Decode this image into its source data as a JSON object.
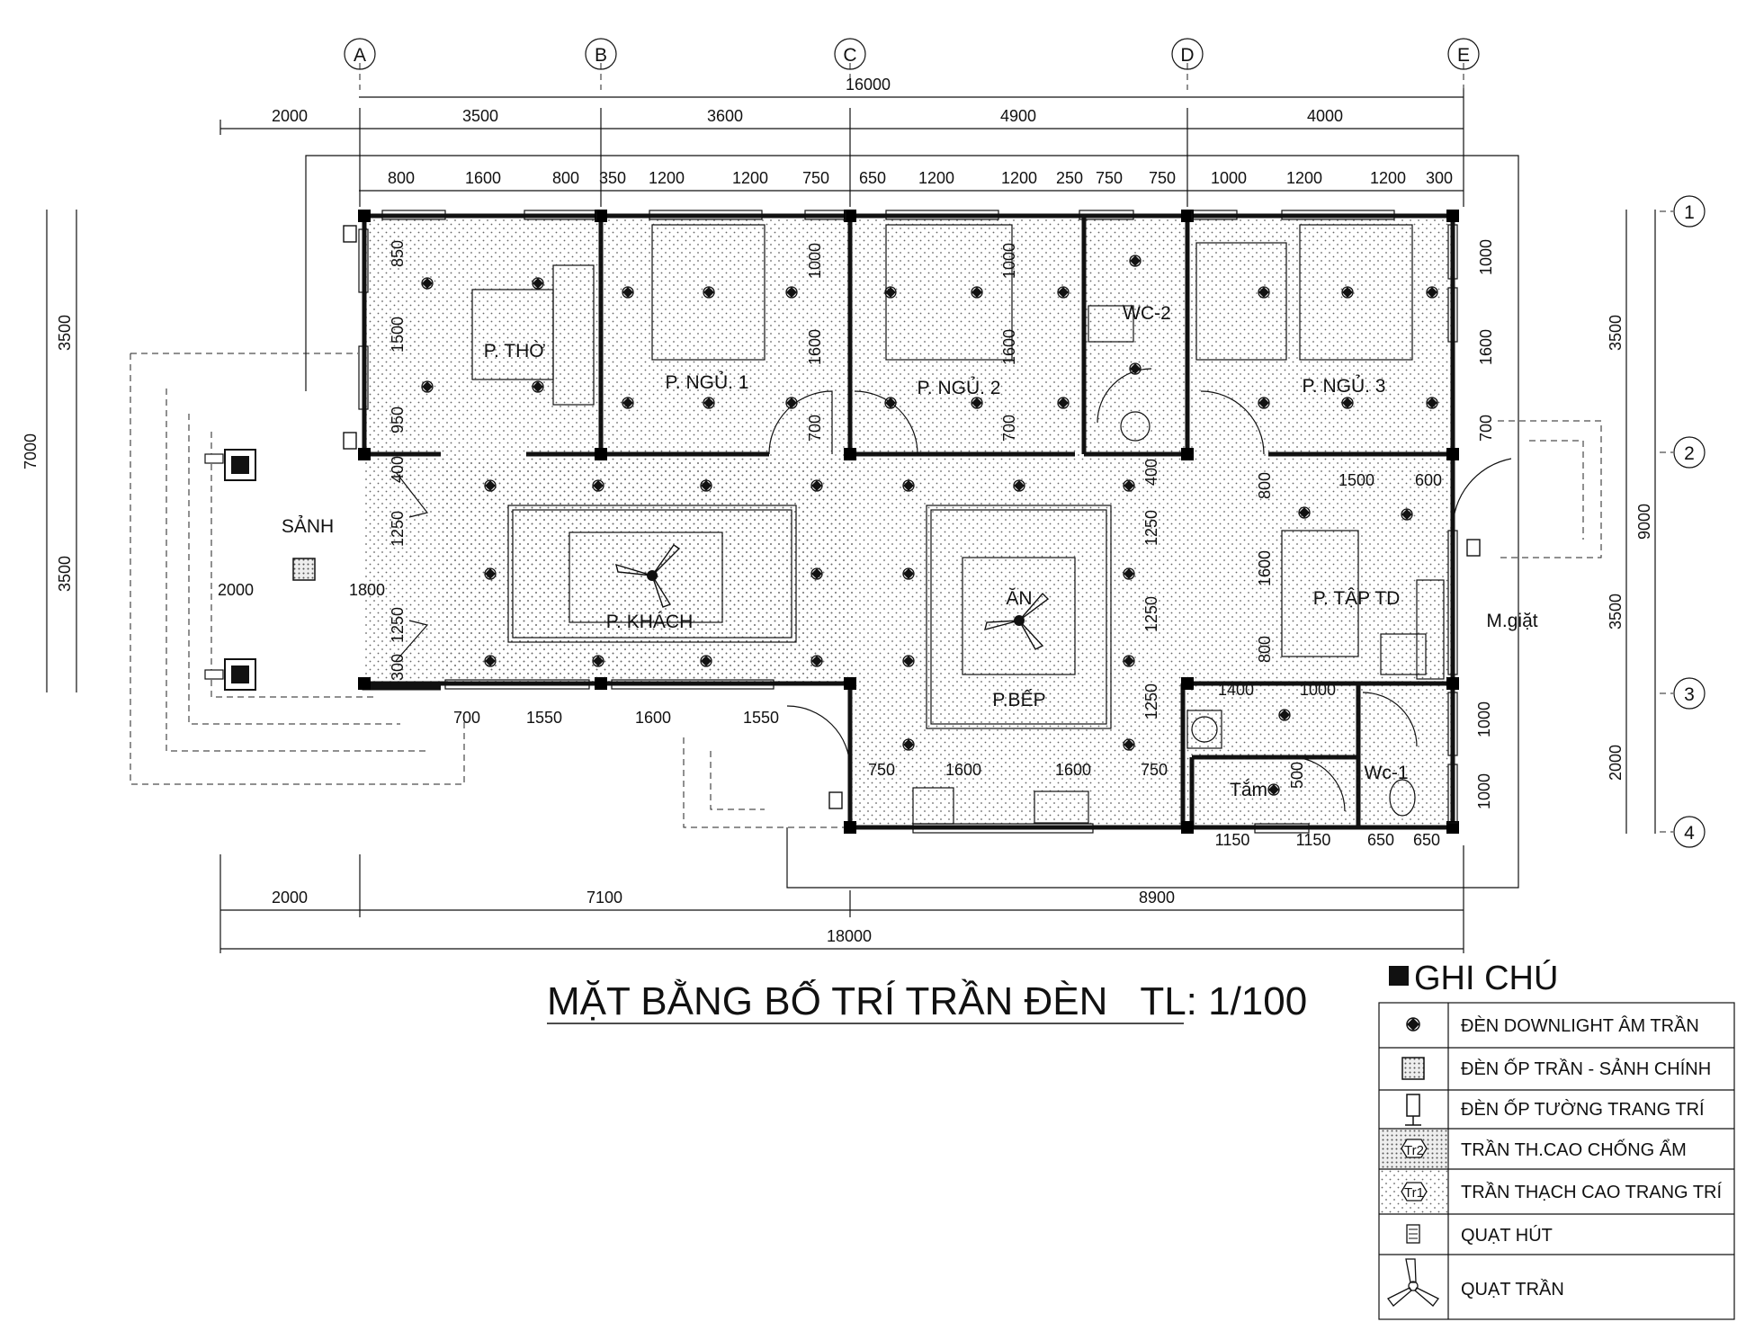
{
  "drawing": {
    "title": "MẶT BẰNG BỐ TRÍ TRẦN ĐÈN   TL: 1/100",
    "axes_letters": [
      "A",
      "B",
      "C",
      "D",
      "E"
    ],
    "axes_numbers": [
      "1",
      "2",
      "3",
      "4"
    ],
    "dims_top": {
      "total": "16000",
      "row1": [
        "2000",
        "3500",
        "3600",
        "4900",
        "4000"
      ],
      "row2": [
        "800",
        "1600",
        "800",
        "350",
        "1200",
        "1200",
        "750",
        "650",
        "1200",
        "1200",
        "250",
        "750",
        "750",
        "1000",
        "1200",
        "1200",
        "300"
      ]
    },
    "dims_bottom": {
      "row1": [
        "2000",
        "7100",
        "8900"
      ],
      "total": "18000"
    },
    "dims_left": [
      "3500",
      "3500",
      "7000"
    ],
    "dims_right": [
      "3500",
      "3500",
      "2000",
      "9000"
    ],
    "dims_inner": {
      "tho_v": [
        "850",
        "1500",
        "950"
      ],
      "ngu1_v": [
        "1000",
        "1600",
        "700"
      ],
      "ngu2_v": [
        "1000",
        "1600",
        "700"
      ],
      "ngu3_v": [
        "1000",
        "1600",
        "700"
      ],
      "sanh_v": [
        "400",
        "1250",
        "1250",
        "300"
      ],
      "sanh_h": [
        "2000",
        "1800"
      ],
      "khach_h": [
        "700",
        "1550",
        "1600",
        "1550"
      ],
      "bep_v": [
        "400",
        "1250",
        "1250",
        "1250"
      ],
      "bep_h": [
        "750",
        "1600",
        "1600",
        "750"
      ],
      "tap_h": [
        "1500",
        "600"
      ],
      "tap_v": [
        "800",
        "1600",
        "800"
      ],
      "wc1_h": [
        "1400",
        "1000"
      ],
      "wc1_bottom": [
        "1150",
        "1150",
        "650",
        "650"
      ],
      "tam_v": "500",
      "wc1_right_v": [
        "1000",
        "1000"
      ]
    },
    "rooms": {
      "tho": "P. THỜ",
      "ngu1": "P. NGỦ. 1",
      "ngu2": "P. NGỦ. 2",
      "ngu3": "P. NGỦ. 3",
      "wc2": "WC-2",
      "sanh": "SẢNH",
      "khach": "P. KHÁCH",
      "an": "ĂN",
      "bep": "P.BẾP",
      "tap": "P. TẬP TD",
      "mgiat": "M.giặt",
      "tam": "Tắm",
      "wc1": "Wc-1"
    }
  },
  "legend": {
    "heading": "GHI CHÚ",
    "items": [
      {
        "icon": "downlight-icon",
        "label": "ĐÈN DOWNLIGHT ÂM TRẦN"
      },
      {
        "icon": "ceiling-lamp-icon",
        "label": "ĐÈN ỐP TRẦN - SẢNH CHÍNH"
      },
      {
        "icon": "wall-lamp-icon",
        "label": "ĐÈN ỐP TƯỜNG TRANG TRÍ"
      },
      {
        "icon": "tag-tr2-icon",
        "tag": "Tr2",
        "label": "TRẦN TH.CAO CHỐNG ẨM"
      },
      {
        "icon": "tag-tr1-icon",
        "tag": "Tr1",
        "label": "TRẦN THẠCH CAO TRANG TRÍ"
      },
      {
        "icon": "exhaust-fan-icon",
        "label": "QUẠT HÚT"
      },
      {
        "icon": "ceiling-fan-icon",
        "label": "QUẠT TRẦN"
      }
    ]
  }
}
